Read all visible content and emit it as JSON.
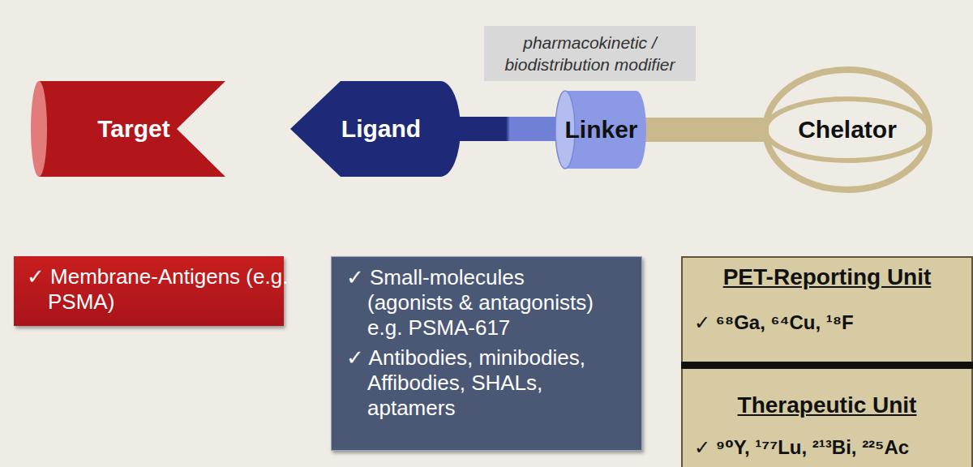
{
  "diagram": {
    "nodes": [
      {
        "text": [
          "pharmacokinetic / biodistribution modifier"
        ]
      },
      {
        "text": [
          "Target"
        ]
      },
      {
        "text": [
          "Ligand"
        ]
      },
      {
        "text": [
          "Linker"
        ]
      },
      {
        "text": [
          "Chelator"
        ]
      },
      {
        "text": [
          "✓ Membrane-Antigens (e.g. PSMA)"
        ]
      },
      {
        "text": [
          "✓ Small-molecules (agonists & antagonists) e.g. PSMA-617",
          "✓ Antibodies, minibodies, Affibodies, SHALs, aptamers"
        ]
      },
      {
        "text": [
          "PET-Reporting Unit",
          "✓ ⁶⁸Ga, ⁶⁴Cu, ¹⁸F",
          "Therapeutic Unit",
          "✓ ⁹⁰Y, ¹⁷⁷Lu, ²¹³Bi, ²²⁵Ac"
        ]
      }
    ],
    "edges": [
      {
        "from": 2,
        "to": 3,
        "arrow": "none"
      },
      {
        "from": 3,
        "to": 4,
        "arrow": "none"
      }
    ]
  }
}
